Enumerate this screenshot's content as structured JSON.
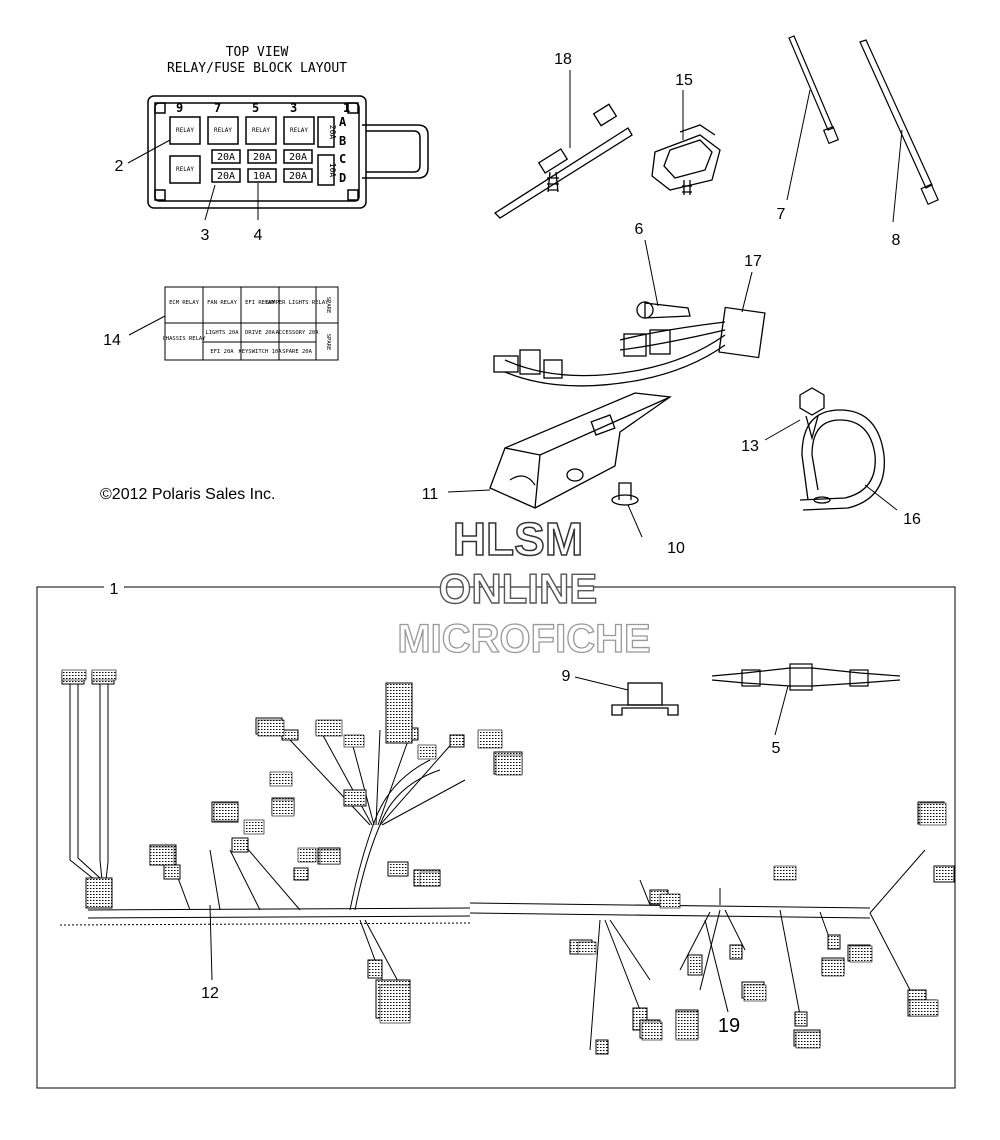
{
  "header": {
    "title_line1": "TOP VIEW",
    "title_line2": "RELAY/FUSE BLOCK LAYOUT"
  },
  "fuse_block": {
    "top_numbers": [
      "9",
      "7",
      "5",
      "3",
      "1"
    ],
    "side_letters": [
      "A",
      "B",
      "C",
      "D"
    ],
    "relay_label": "RELAY",
    "fuse_row1": [
      "20A",
      "20A",
      "20A"
    ],
    "fuse_row2": [
      "20A",
      "10A",
      "20A"
    ],
    "side_fuses": [
      "20A",
      "10A"
    ]
  },
  "label_card": {
    "r1": [
      "ECM RELAY",
      "FAN RELAY",
      "EFI RELAY",
      "BUMPER LIGHTS RELAY",
      "SPARE"
    ],
    "r2": [
      "CHASSIS RELAY",
      "LIGHTS 20A",
      "DRIVE 20A",
      "ACCESSORY 20A",
      "SPARE"
    ],
    "r3": [
      "",
      "EFI 20A",
      "KEYSWITCH 10A",
      "SPARE 20A",
      ""
    ]
  },
  "callouts": [
    "1",
    "2",
    "3",
    "4",
    "5",
    "6",
    "7",
    "8",
    "9",
    "10",
    "11",
    "12",
    "13",
    "14",
    "15",
    "16",
    "17",
    "18",
    "19"
  ],
  "copyright": "©2012 Polaris Sales Inc.",
  "watermark": [
    "HLSM",
    "ONLINE",
    "MICROFICHE"
  ],
  "colors": {
    "ink": "#000000",
    "watermark_outline": "#555555",
    "watermark_gray": "#999999"
  }
}
